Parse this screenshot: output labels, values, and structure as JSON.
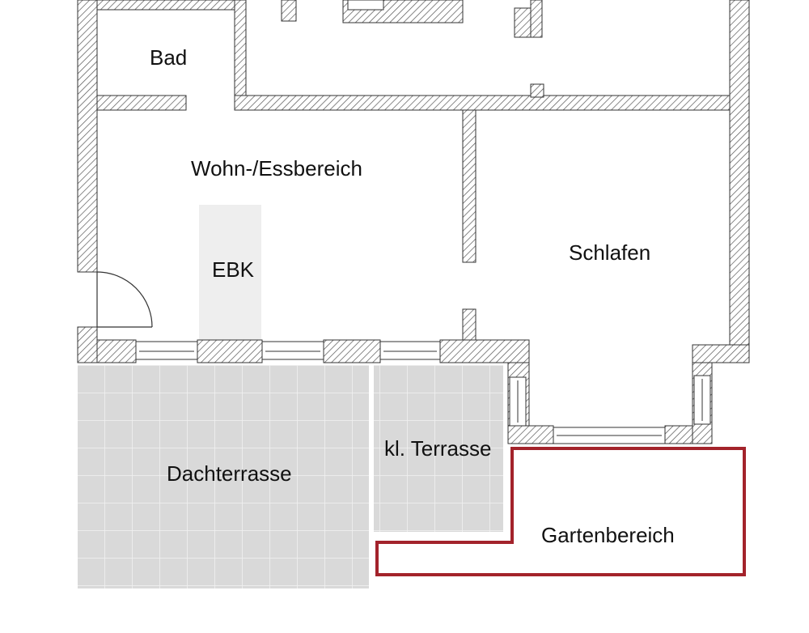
{
  "rooms": {
    "bad": "Bad",
    "wohn": "Wohn-/Essbereich",
    "ebk": "EBK",
    "schlafen": "Schlafen",
    "dachterrasse": "Dachterrasse",
    "kl_terrasse": "kl. Terrasse",
    "garten": "Gartenbereich"
  },
  "colors": {
    "wall_hatch": "#555555",
    "wall_outline": "#333333",
    "tile_fill": "#d9d9d9",
    "tile_grid": "#f2f2f2",
    "ebk_fill": "#eeeeee",
    "garden_border": "#a3232b"
  }
}
